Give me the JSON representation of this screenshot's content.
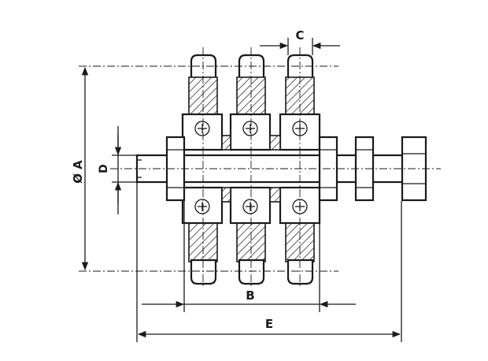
{
  "diagram": {
    "labels": {
      "diameter_a": "Ø A",
      "d": "D",
      "b": "B",
      "c": "C",
      "e": "E"
    }
  }
}
